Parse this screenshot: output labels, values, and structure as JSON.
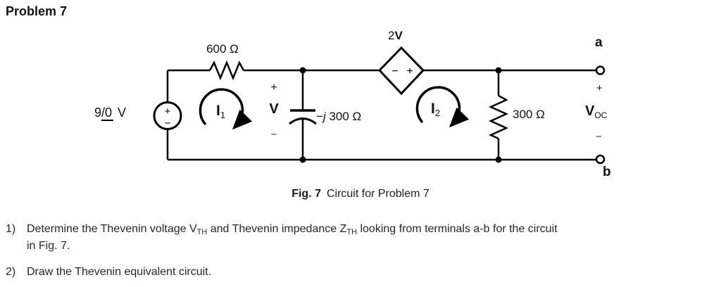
{
  "page": {
    "title": "Problem 7"
  },
  "figure": {
    "caption_fig": "Fig. 7",
    "caption_text": "Circuit for Problem 7"
  },
  "circuit": {
    "source": {
      "magnitude": "9",
      "angle_mark": "/",
      "angle": "0",
      "unit": "V",
      "plus": "+",
      "minus": "−"
    },
    "series_resistor": {
      "label": "600 Ω"
    },
    "mesh1": {
      "base": "I",
      "sub": "1"
    },
    "cap_voltage": {
      "plus": "+",
      "base": "V",
      "minus": "−"
    },
    "capacitor": {
      "minus": "−",
      "j": "j",
      "value": " 300 Ω"
    },
    "dep_source": {
      "coeff": "2",
      "var": "V",
      "minus": "−",
      "plus": "+"
    },
    "mesh2": {
      "base": "I",
      "sub": "2"
    },
    "load_resistor": {
      "label": "300 Ω"
    },
    "terminal_a": "a",
    "terminal_b": "b",
    "voc": {
      "plus": "+",
      "base": "V",
      "sub": "OC",
      "minus": "−"
    }
  },
  "tasks": {
    "item1": {
      "number": "1)",
      "part1": "Determine the Thevenin voltage V",
      "sub1": "TH",
      "part2": " and Thevenin impedance Z",
      "sub2": "TH",
      "part3": " looking from terminals a-b for the circuit",
      "line2": "in Fig. 7."
    },
    "item2": {
      "number": "2)",
      "text": "Draw the Thevenin equivalent circuit."
    }
  }
}
